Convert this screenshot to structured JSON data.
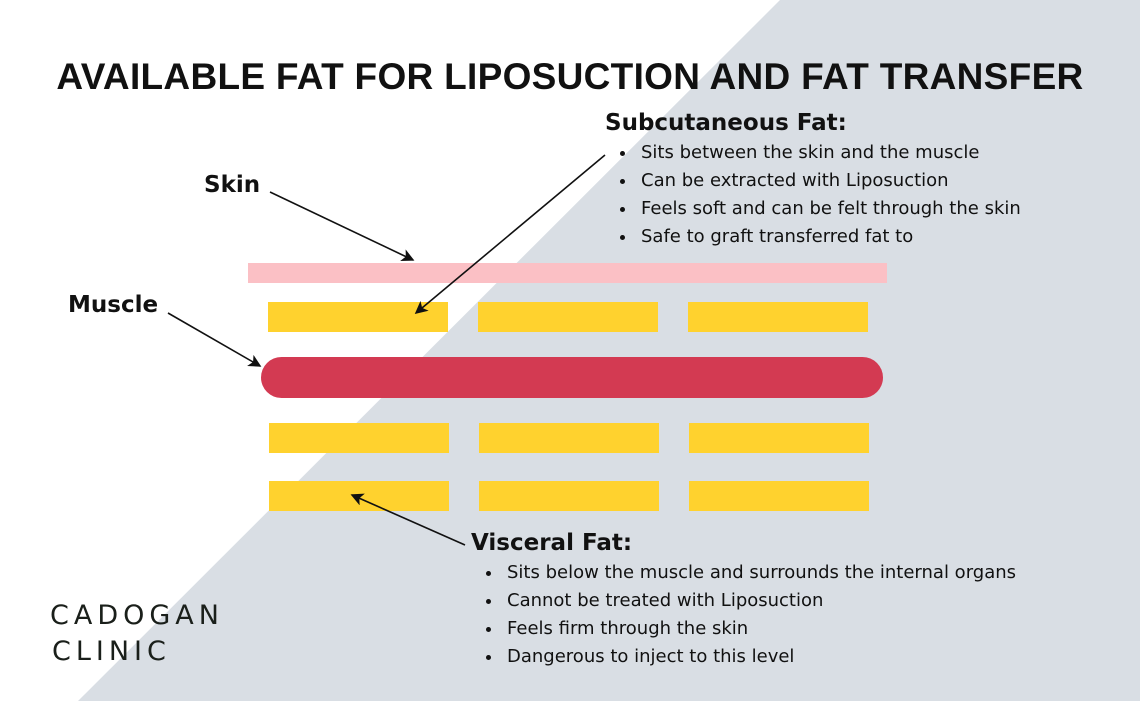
{
  "title": "AVAILABLE FAT FOR LIPOSUCTION AND FAT TRANSFER",
  "labels": {
    "skin": "Skin",
    "muscle": "Muscle"
  },
  "subcutaneous": {
    "heading": "Subcutaneous Fat:",
    "bullets": [
      "Sits between the skin and the muscle",
      "Can be extracted with Liposuction",
      "Feels soft and can be felt through the skin",
      "Safe to graft transferred fat to"
    ]
  },
  "visceral": {
    "heading": "Visceral Fat:",
    "bullets": [
      "Sits below the muscle and surrounds the internal organs",
      "Cannot be treated with Liposuction",
      "Feels firm through the skin",
      "Dangerous to inject to this level"
    ]
  },
  "logo": {
    "line1": "CADOGAN",
    "line2": "CLINIC"
  },
  "colors": {
    "background_shape": "#d9dee4",
    "skin": "#fbc0c5",
    "fat": "#ffd22e",
    "muscle": "#d33a52"
  }
}
